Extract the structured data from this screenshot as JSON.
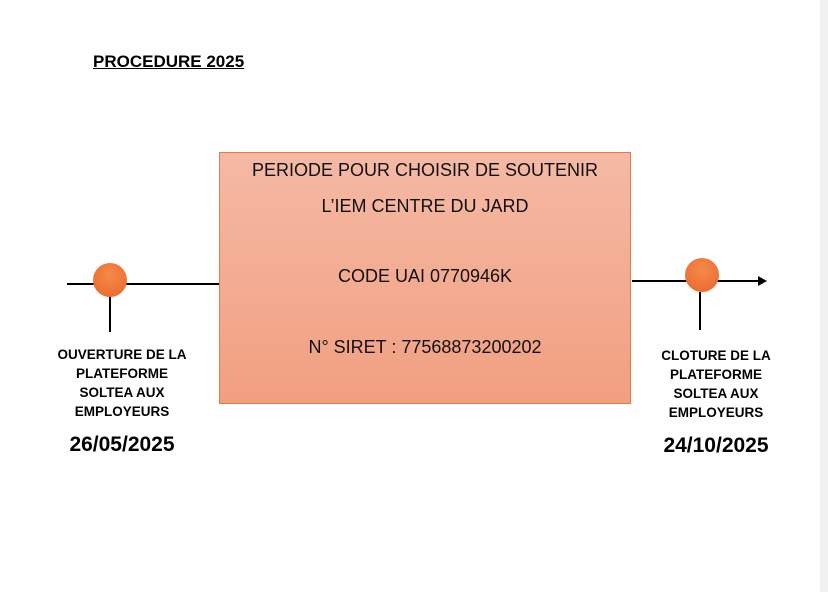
{
  "title": "PROCEDURE 2025",
  "period_box": {
    "line1": "PERIODE POUR CHOISIR DE SOUTENIR",
    "line2": "L’IEM CENTRE DU JARD",
    "code": "CODE UAI 0770946K",
    "siret": "N° SIRET : 77568873200202"
  },
  "start": {
    "label": [
      "OUVERTURE DE LA",
      "PLATEFORME",
      "SOLTEA AUX",
      "EMPLOYEURS"
    ],
    "date": "26/05/2025"
  },
  "end": {
    "label": [
      "CLOTURE DE LA",
      "PLATEFORME",
      "SOLTEA AUX",
      "EMPLOYEURS"
    ],
    "date": "24/10/2025"
  },
  "colors": {
    "accent": "#e8642a",
    "box_top": "#f4b9a5",
    "box_bottom": "#f29f80"
  }
}
